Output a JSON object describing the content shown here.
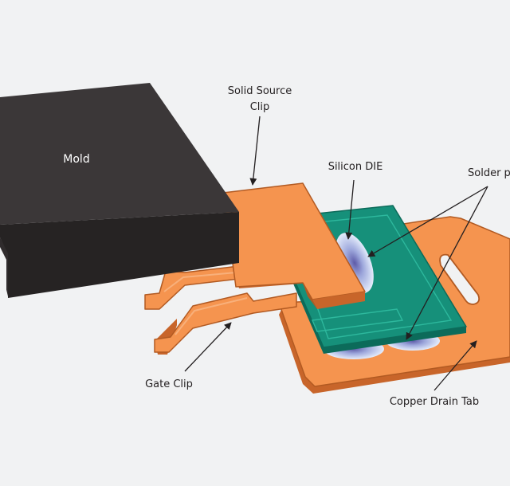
{
  "labels": {
    "mold": "Mold",
    "source_clip_line1": "Solid Source",
    "source_clip_line2": "Clip",
    "silicon_die": "Silicon DIE",
    "solder_paste": "Solder p",
    "gate_clip": "Gate Clip",
    "copper_drain_tab": "Copper Drain Tab"
  },
  "colors": {
    "background": "#f1f2f3",
    "mold_top": "#3b3738",
    "mold_front": "#262323",
    "mold_side": "#302c2d",
    "copper": "#f5944f",
    "copper_light": "#f8b07b",
    "copper_dark": "#c8652a",
    "copper_outline": "#b25a22",
    "die_green": "#16907a",
    "die_edge": "#0c6b5a",
    "die_highlight": "#2db89d",
    "solder_blob": "#c9d8f2",
    "solder_center": "#5d5aa8",
    "arrow": "#231f20"
  }
}
